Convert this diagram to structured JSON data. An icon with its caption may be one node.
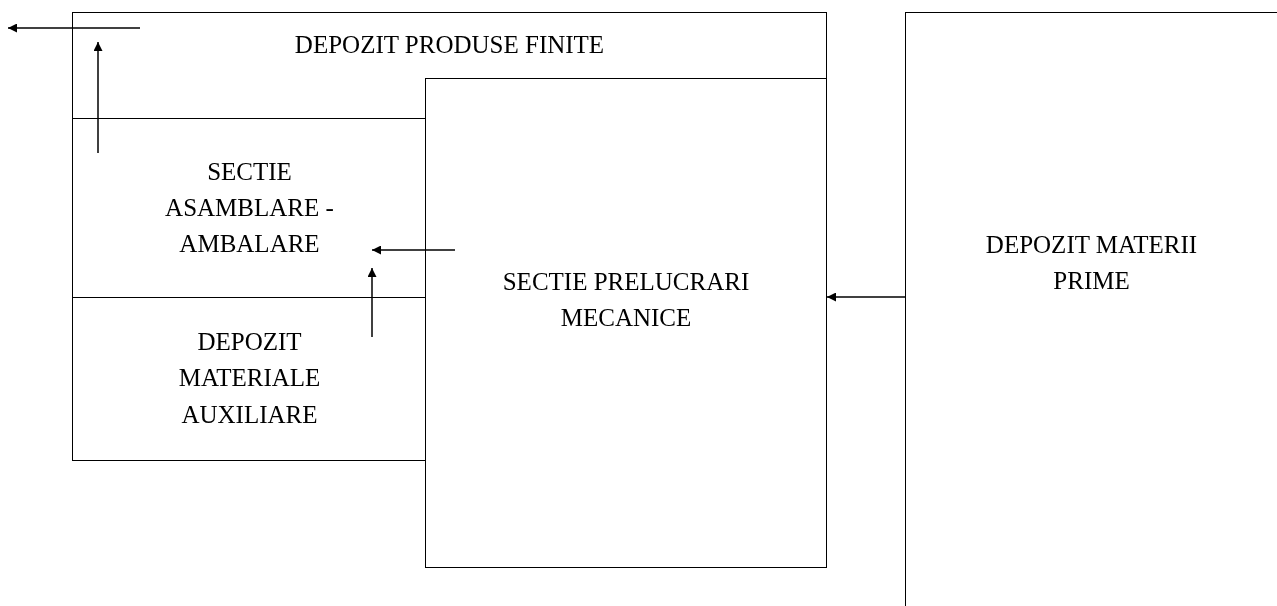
{
  "diagram": {
    "nodes": [
      {
        "text": [
          "DEPOZIT PRODUSE FINITE"
        ]
      },
      {
        "text": [
          "SECTIE ASAMBLARE - AMBALARE"
        ]
      },
      {
        "text": [
          "DEPOZIT MATERIALE AUXILIARE"
        ]
      },
      {
        "text": [
          "SECTIE PRELUCRARI MECANICE"
        ]
      },
      {
        "text": [
          "DEPOZIT MATERII PRIME"
        ]
      }
    ],
    "edges": [
      {
        "from": 0,
        "to": null,
        "arrow": "to"
      },
      {
        "from": 1,
        "to": 0,
        "arrow": "to"
      },
      {
        "from": 3,
        "to": 1,
        "arrow": "to"
      },
      {
        "from": 2,
        "to": 1,
        "arrow": "to"
      },
      {
        "from": 4,
        "to": 3,
        "arrow": "to"
      }
    ]
  }
}
